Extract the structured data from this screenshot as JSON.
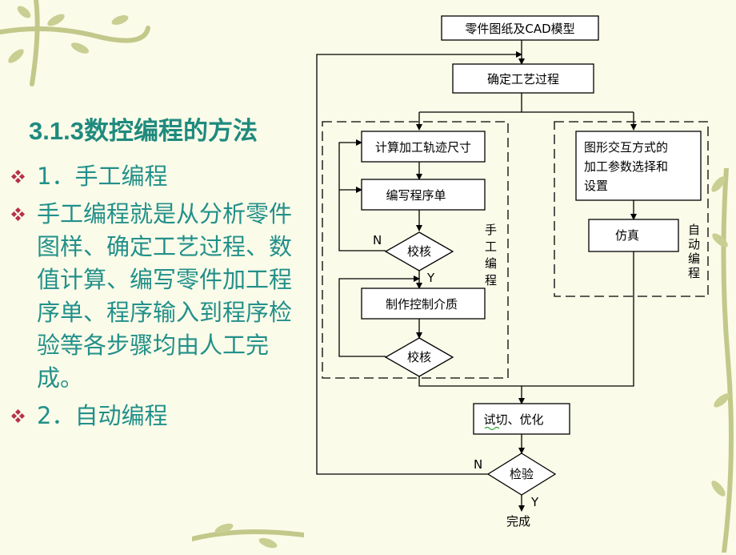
{
  "slide": {
    "title": "3.1.3数控编程的方法",
    "bullets": [
      {
        "text": "1．手工编程"
      },
      {
        "text": "手工编程就是从分析零件图样、确定工艺过程、数值计算、编写零件加工程序单、程序输入到程序检验等各步骤均由人工完成。"
      },
      {
        "text": "2．自动编程"
      }
    ]
  },
  "flowchart": {
    "nodes": {
      "drawing_cad": "零件图纸及CAD模型",
      "process": "确定工艺过程",
      "calc_path": "计算加工轨迹尺寸",
      "write_program": "编写程序单",
      "check1": "校核",
      "make_media": "制作控制介质",
      "check2": "校核",
      "interactive": [
        "图形交互方式的",
        "加工参数选择和",
        "设置"
      ],
      "simulate": "仿真",
      "trial": "试切、优化",
      "verify": "检验",
      "done": "完成"
    },
    "labels": {
      "manual_group": [
        "手",
        "工",
        "编",
        "程"
      ],
      "auto_group": [
        "自",
        "动",
        "编",
        "程"
      ],
      "n1": "N",
      "y1": "Y",
      "n2": "N",
      "y2": "Y"
    }
  },
  "colors": {
    "background": "#fbfbe9",
    "title": "#1f8a7e",
    "text": "#22908a",
    "bullet_mark": "#b5314a",
    "vine": "#b8bf7c"
  }
}
